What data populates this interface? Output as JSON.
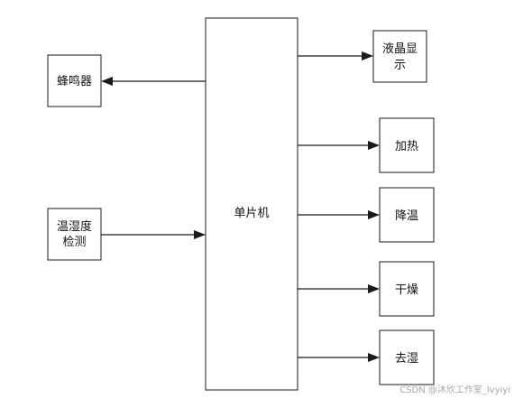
{
  "diagram": {
    "center": {
      "line1": "单片机"
    },
    "buzzer": {
      "line1": "蜂鸣器"
    },
    "sensor": {
      "line1": "温湿度",
      "line2": "检测"
    },
    "lcd": {
      "line1": "液晶显",
      "line2": "示"
    },
    "heat": {
      "line1": "加热"
    },
    "cool": {
      "line1": "降温"
    },
    "dry": {
      "line1": "干燥"
    },
    "dehumid": {
      "line1": "去湿"
    }
  },
  "watermark": "CSDN @沐欣工作室_lvyiyi"
}
